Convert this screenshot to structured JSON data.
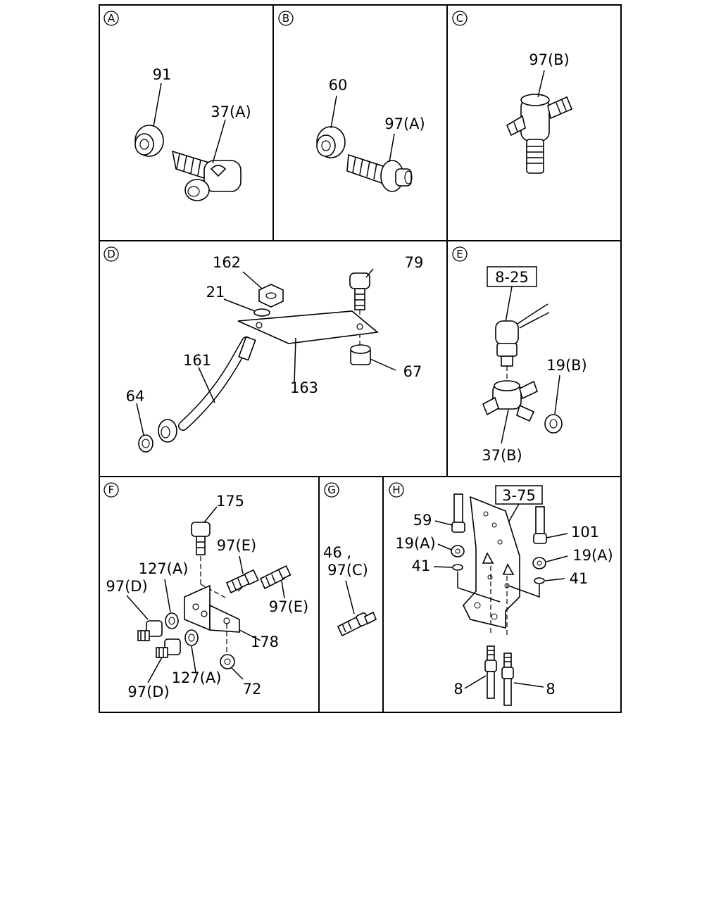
{
  "panels": {
    "A": {
      "label": "A",
      "parts": [
        "91",
        "37(A)"
      ]
    },
    "B": {
      "label": "B",
      "parts": [
        "60",
        "97(A)"
      ]
    },
    "C": {
      "label": "C",
      "parts": [
        "97(B)"
      ]
    },
    "D": {
      "label": "D",
      "parts": [
        "162",
        "79",
        "21",
        "161",
        "163",
        "67",
        "64"
      ]
    },
    "E": {
      "label": "E",
      "ref": "8-25",
      "parts": [
        "19(B)",
        "37(B)"
      ]
    },
    "F": {
      "label": "F",
      "parts": [
        "175",
        "97(E)",
        "127(A)",
        "97(D)",
        "97(E)",
        "178",
        "127(A)",
        "97(D)",
        "72"
      ]
    },
    "G": {
      "label": "G",
      "parts": [
        "46 ,",
        "97(C)"
      ]
    },
    "H": {
      "label": "H",
      "ref": "3-75",
      "parts": [
        "59",
        "19(A)",
        "41",
        "101",
        "19(A)",
        "41",
        "8",
        "8"
      ]
    }
  }
}
